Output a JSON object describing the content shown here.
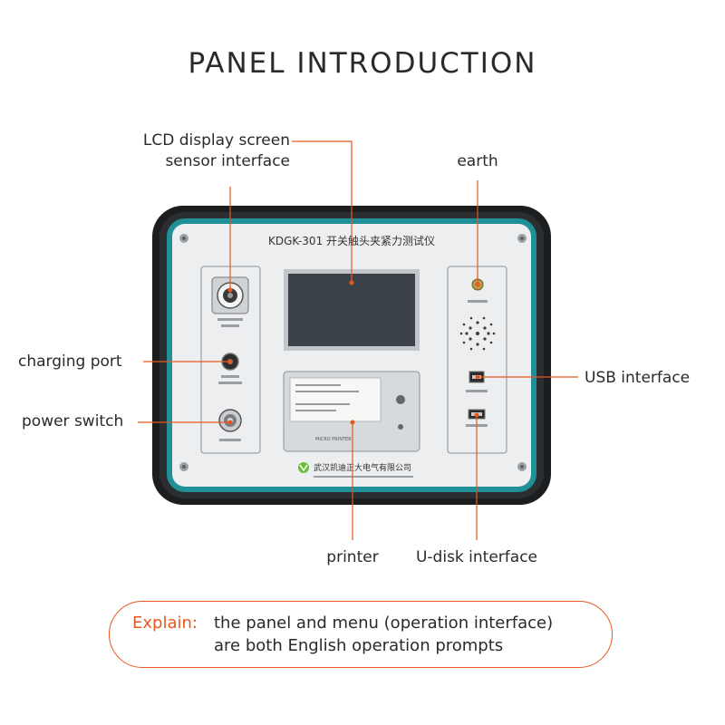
{
  "title": "PANEL INTRODUCTION",
  "labels": {
    "lcd": "LCD display screen",
    "sensor": "sensor interface",
    "earth": "earth",
    "charging": "charging port",
    "power": "power switch",
    "usb": "USB interface",
    "printer": "printer",
    "udisk": "U-disk interface"
  },
  "device": {
    "model_title": "KDGK-301 开关触头夹紧力测试仪",
    "printer_brand": "MICRO PRINTER",
    "company": "武汉凯迪正大电气有限公司"
  },
  "explain": {
    "key": "Explain:",
    "line1": "the panel and menu (operation interface)",
    "line2": "are both English operation prompts"
  },
  "colors": {
    "accent": "#e8571f",
    "frame_teal": "#1f8f98",
    "panel_bg": "#eceef0"
  }
}
